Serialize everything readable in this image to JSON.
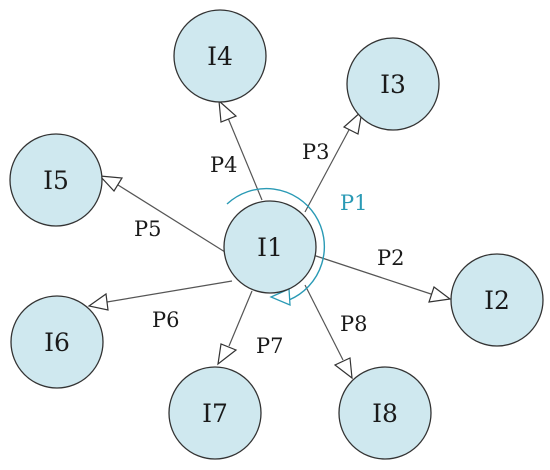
{
  "nodes": {
    "center": "I1",
    "n2": "I2",
    "n3": "I3",
    "n4": "I4",
    "n5": "I5",
    "n6": "I6",
    "n7": "I7",
    "n8": "I8"
  },
  "edges": {
    "loop": "P1",
    "to_n2": "P2",
    "to_n3": "P3",
    "to_n4": "P4",
    "to_n5": "P5",
    "to_n6": "P6",
    "to_n7": "P7",
    "to_n8": "P8"
  },
  "colors": {
    "node_fill": "#cfe8ef",
    "loop_accent": "#2a9ab5"
  }
}
